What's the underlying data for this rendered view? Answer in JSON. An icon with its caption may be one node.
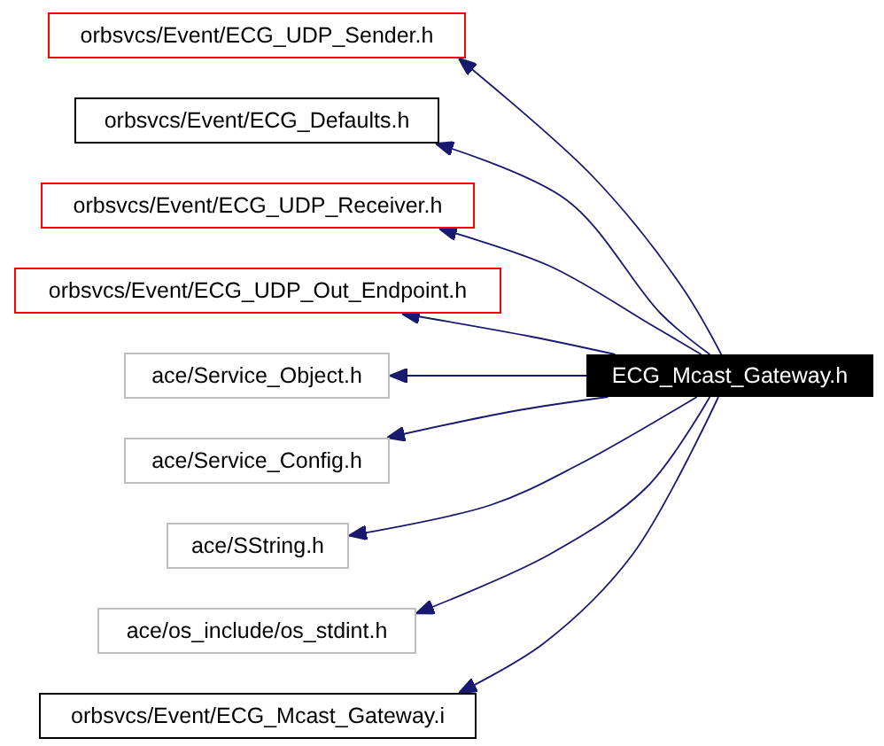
{
  "diagram": {
    "nodes": [
      {
        "text": [
          "orbsvcs/Event/ECG_UDP_Sender.h"
        ]
      },
      {
        "text": [
          "orbsvcs/Event/ECG_Defaults.h"
        ]
      },
      {
        "text": [
          "orbsvcs/Event/ECG_UDP_Receiver.h"
        ]
      },
      {
        "text": [
          "orbsvcs/Event/ECG_UDP_Out_Endpoint.h"
        ]
      },
      {
        "text": [
          "ace/Service_Object.h"
        ]
      },
      {
        "text": [
          "ECG_Mcast_Gateway.h"
        ]
      },
      {
        "text": [
          "ace/Service_Config.h"
        ]
      },
      {
        "text": [
          "ace/SString.h"
        ]
      },
      {
        "text": [
          "ace/os_include/os_stdint.h"
        ]
      },
      {
        "text": [
          "orbsvcs/Event/ECG_Mcast_Gateway.i"
        ]
      }
    ],
    "edges": [
      {
        "from": 5,
        "to": 0,
        "arrow": "to"
      },
      {
        "from": 5,
        "to": 1,
        "arrow": "to"
      },
      {
        "from": 5,
        "to": 2,
        "arrow": "to"
      },
      {
        "from": 5,
        "to": 3,
        "arrow": "to"
      },
      {
        "from": 5,
        "to": 4,
        "arrow": "to"
      },
      {
        "from": 5,
        "to": 6,
        "arrow": "to"
      },
      {
        "from": 5,
        "to": 7,
        "arrow": "to"
      },
      {
        "from": 5,
        "to": 8,
        "arrow": "to"
      },
      {
        "from": 5,
        "to": 9,
        "arrow": "to"
      }
    ]
  }
}
